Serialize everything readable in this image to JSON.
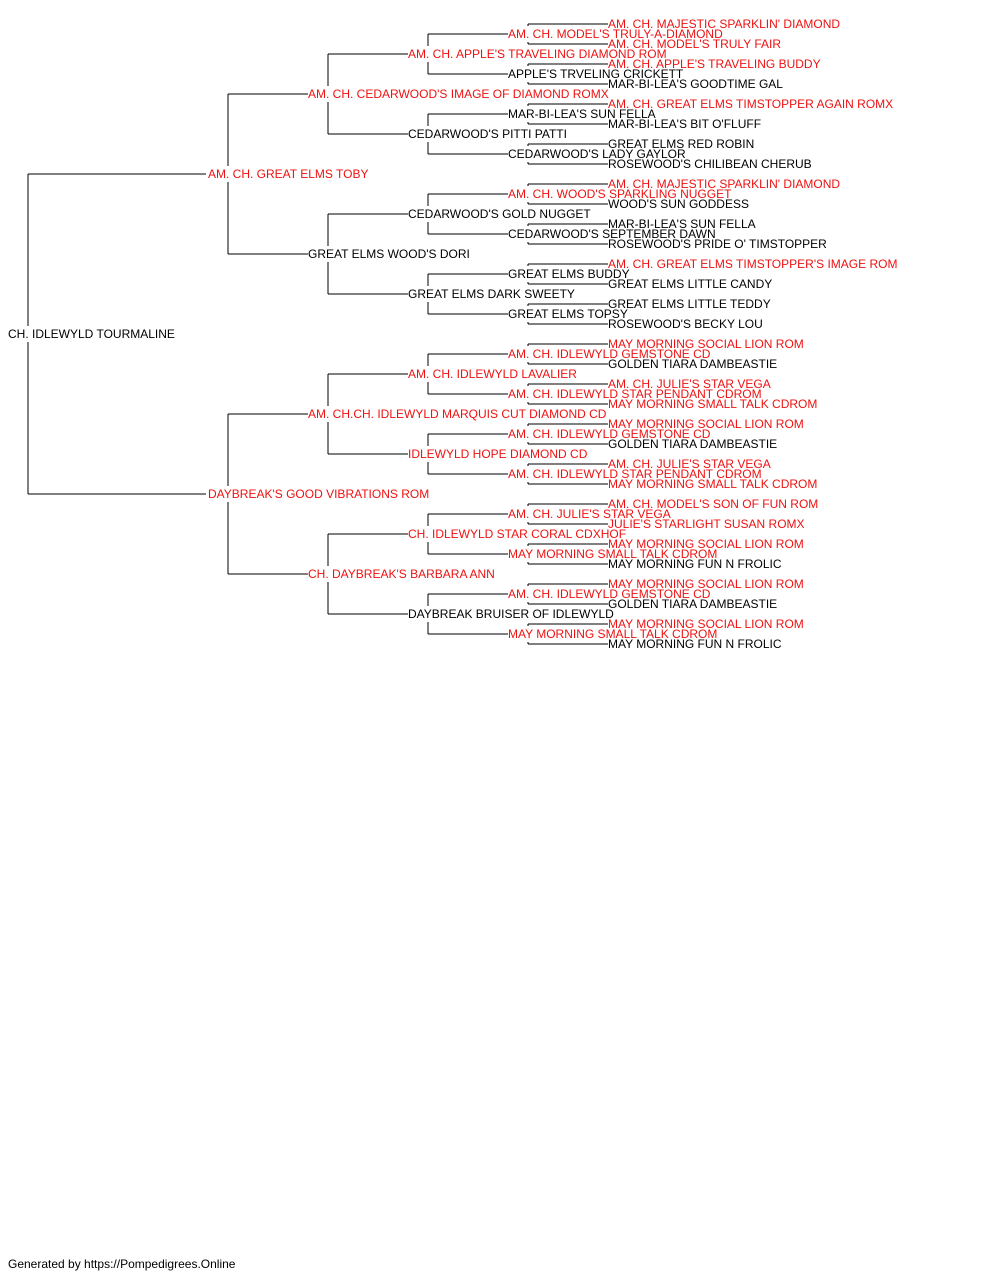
{
  "colors": {
    "titled": "#ee1111",
    "plain": "#000000",
    "line": "#000000"
  },
  "pedigree": {
    "name": "CH. IDLEWYLD TOURMALINE",
    "titled": false,
    "sire": {
      "name": "AM. CH. GREAT ELMS TOBY",
      "titled": true,
      "sire": {
        "name": "AM. CH. CEDARWOOD'S IMAGE OF DIAMOND ROMX",
        "titled": true,
        "sire": {
          "name": "AM. CH. APPLE'S TRAVELING DIAMOND ROM",
          "titled": true,
          "sire": {
            "name": "AM. CH. MODEL'S TRULY-A-DIAMOND",
            "titled": true,
            "sire": {
              "name": "AM. CH. MAJESTIC SPARKLIN' DIAMOND",
              "titled": true
            },
            "dam": {
              "name": "AM. CH. MODEL'S TRULY FAIR",
              "titled": true
            }
          },
          "dam": {
            "name": "APPLE'S TRVELING CRICKETT",
            "titled": false,
            "sire": {
              "name": "AM. CH. APPLE'S TRAVELING BUDDY",
              "titled": true
            },
            "dam": {
              "name": "MAR-BI-LEA'S GOODTIME GAL",
              "titled": false
            }
          }
        },
        "dam": {
          "name": "CEDARWOOD'S PITTI PATTI",
          "titled": false,
          "sire": {
            "name": "MAR-BI-LEA'S SUN FELLA",
            "titled": false,
            "sire": {
              "name": "AM. CH. GREAT ELMS TIMSTOPPER AGAIN ROMX",
              "titled": true
            },
            "dam": {
              "name": "MAR-BI-LEA'S BIT O'FLUFF",
              "titled": false
            }
          },
          "dam": {
            "name": "CEDARWOOD'S LADY GAYLOR",
            "titled": false,
            "sire": {
              "name": "GREAT ELMS RED ROBIN",
              "titled": false
            },
            "dam": {
              "name": "ROSEWOOD'S CHILIBEAN CHERUB",
              "titled": false
            }
          }
        }
      },
      "dam": {
        "name": "GREAT ELMS WOOD'S DORI",
        "titled": false,
        "sire": {
          "name": "CEDARWOOD'S GOLD NUGGET",
          "titled": false,
          "sire": {
            "name": "AM. CH. WOOD'S SPARKLING NUGGET",
            "titled": true,
            "sire": {
              "name": "AM. CH. MAJESTIC SPARKLIN' DIAMOND",
              "titled": true
            },
            "dam": {
              "name": "WOOD'S SUN GODDESS",
              "titled": false
            }
          },
          "dam": {
            "name": "CEDARWOOD'S SEPTEMBER DAWN",
            "titled": false,
            "sire": {
              "name": "MAR-BI-LEA'S SUN FELLA",
              "titled": false
            },
            "dam": {
              "name": "ROSEWOOD'S PRIDE O' TIMSTOPPER",
              "titled": false
            }
          }
        },
        "dam": {
          "name": "GREAT ELMS DARK SWEETY",
          "titled": false,
          "sire": {
            "name": "GREAT ELMS BUDDY",
            "titled": false,
            "sire": {
              "name": "AM. CH. GREAT ELMS TIMSTOPPER'S IMAGE ROM",
              "titled": true
            },
            "dam": {
              "name": "GREAT ELMS LITTLE CANDY",
              "titled": false
            }
          },
          "dam": {
            "name": "GREAT ELMS TOPSY",
            "titled": false,
            "sire": {
              "name": "GREAT ELMS LITTLE TEDDY",
              "titled": false
            },
            "dam": {
              "name": "ROSEWOOD'S BECKY LOU",
              "titled": false
            }
          }
        }
      }
    },
    "dam": {
      "name": "DAYBREAK'S GOOD VIBRATIONS ROM",
      "titled": true,
      "sire": {
        "name": "AM. CH.CH. IDLEWYLD MARQUIS CUT DIAMOND CD",
        "titled": true,
        "sire": {
          "name": "AM. CH. IDLEWYLD LAVALIER",
          "titled": true,
          "sire": {
            "name": "AM. CH. IDLEWYLD GEMSTONE CD",
            "titled": true,
            "sire": {
              "name": "MAY MORNING SOCIAL LION ROM",
              "titled": true
            },
            "dam": {
              "name": "GOLDEN TIARA DAMBEASTIE",
              "titled": false
            }
          },
          "dam": {
            "name": "AM. CH. IDLEWYLD STAR PENDANT CDROM",
            "titled": true,
            "sire": {
              "name": "AM. CH. JULIE'S STAR VEGA",
              "titled": true
            },
            "dam": {
              "name": "MAY MORNING SMALL TALK CDROM",
              "titled": true
            }
          }
        },
        "dam": {
          "name": "IDLEWYLD HOPE DIAMOND CD",
          "titled": true,
          "sire": {
            "name": "AM. CH. IDLEWYLD GEMSTONE CD",
            "titled": true,
            "sire": {
              "name": "MAY MORNING SOCIAL LION ROM",
              "titled": true
            },
            "dam": {
              "name": "GOLDEN TIARA DAMBEASTIE",
              "titled": false
            }
          },
          "dam": {
            "name": "AM. CH. IDLEWYLD STAR PENDANT CDROM",
            "titled": true,
            "sire": {
              "name": "AM. CH. JULIE'S STAR VEGA",
              "titled": true
            },
            "dam": {
              "name": "MAY MORNING SMALL TALK CDROM",
              "titled": true
            }
          }
        }
      },
      "dam": {
        "name": "CH. DAYBREAK'S BARBARA ANN",
        "titled": true,
        "sire": {
          "name": "CH. IDLEWYLD STAR CORAL CDXHOF",
          "titled": true,
          "sire": {
            "name": "AM. CH. JULIE'S STAR VEGA",
            "titled": true,
            "sire": {
              "name": "AM. CH. MODEL'S SON OF FUN ROM",
              "titled": true
            },
            "dam": {
              "name": "JULIE'S STARLIGHT SUSAN ROMX",
              "titled": true
            }
          },
          "dam": {
            "name": "MAY MORNING SMALL TALK CDROM",
            "titled": true,
            "sire": {
              "name": "MAY MORNING SOCIAL LION ROM",
              "titled": true
            },
            "dam": {
              "name": "MAY MORNING FUN N FROLIC",
              "titled": false
            }
          }
        },
        "dam": {
          "name": "DAYBREAK BRUISER OF IDLEWYLD",
          "titled": false,
          "sire": {
            "name": "AM. CH. IDLEWYLD GEMSTONE CD",
            "titled": true,
            "sire": {
              "name": "MAY MORNING SOCIAL LION ROM",
              "titled": true
            },
            "dam": {
              "name": "GOLDEN TIARA DAMBEASTIE",
              "titled": false
            }
          },
          "dam": {
            "name": "MAY MORNING SMALL TALK CDROM",
            "titled": true,
            "sire": {
              "name": "MAY MORNING SOCIAL LION ROM",
              "titled": true
            },
            "dam": {
              "name": "MAY MORNING FUN N FROLIC",
              "titled": false
            }
          }
        }
      }
    }
  },
  "footer": {
    "text": "Generated by https://Pompedigrees.Online"
  }
}
